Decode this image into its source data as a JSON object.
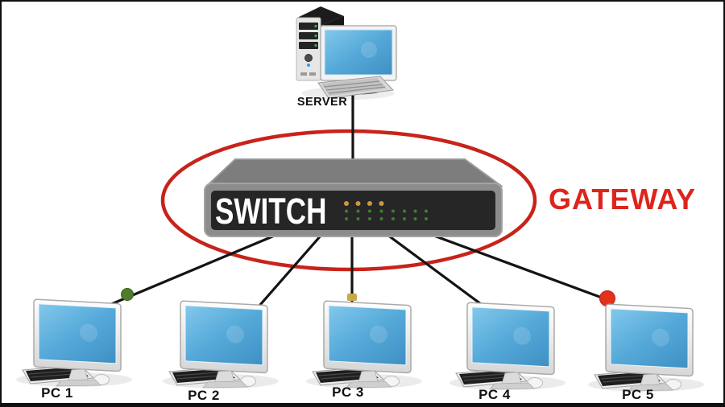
{
  "labels": {
    "server": "SERVER",
    "switch": "SWITCH",
    "gateway": "GATEWAY"
  },
  "pcs": [
    {
      "label": "PC 1"
    },
    {
      "label": "PC 2"
    },
    {
      "label": "PC 3"
    },
    {
      "label": "PC 4"
    },
    {
      "label": "PC 5"
    }
  ],
  "links": [
    {
      "from": "SERVER",
      "to": "SWITCH",
      "marker": "none"
    },
    {
      "from": "SWITCH",
      "to": "PC 1",
      "marker": "green-dot"
    },
    {
      "from": "SWITCH",
      "to": "PC 2",
      "marker": "none"
    },
    {
      "from": "SWITCH",
      "to": "PC 3",
      "marker": "yellow-connector"
    },
    {
      "from": "SWITCH",
      "to": "PC 4",
      "marker": "none"
    },
    {
      "from": "SWITCH",
      "to": "PC 5",
      "marker": "red-dot"
    }
  ],
  "switch_leds": {
    "amber_count": 4,
    "green_rows": 2,
    "green_columns": 8
  },
  "colors": {
    "background": "#ffffff",
    "frame_border": "#0f0f0f",
    "line": "#141414",
    "gateway_text_red": "#de241b",
    "ellipse_red": "#c8231a",
    "switch_body_gray": "#8c8c8c",
    "switch_panel_dark": "#262626",
    "switch_text": "#ffffff",
    "screen_blue": "#55a9d9",
    "led_amber": "#c79a3d",
    "led_green": "#3f7d35",
    "marker_green": "#4f7d2b",
    "marker_red": "#e5301b",
    "marker_yellow": "#c8a84b"
  }
}
